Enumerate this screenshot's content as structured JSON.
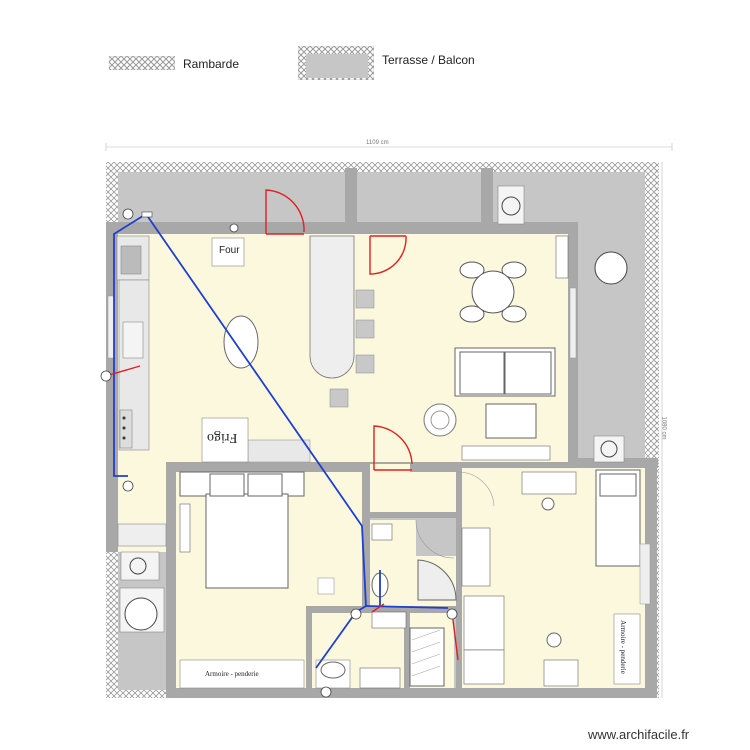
{
  "legend": {
    "railing_label": "Rambarde",
    "terrace_label": "Terrasse / Balcon"
  },
  "dimensions": {
    "width_label": "1109 cm",
    "height_label": "1080 cm"
  },
  "rooms": {
    "oven_label": "Four",
    "fridge_label": "Frigo",
    "wardrobe_left_label": "Armoire - penderie",
    "wardrobe_right_label": "Armoire - penderie"
  },
  "footer": {
    "watermark": "www.archifacile.fr"
  },
  "colors": {
    "floor": "#fbf8dd",
    "wall": "#a8a8a8",
    "terrace": "#c6c6c6",
    "door": "#e02020",
    "pipe": "#1f3fd0",
    "furniture": "#e8e8e8"
  }
}
